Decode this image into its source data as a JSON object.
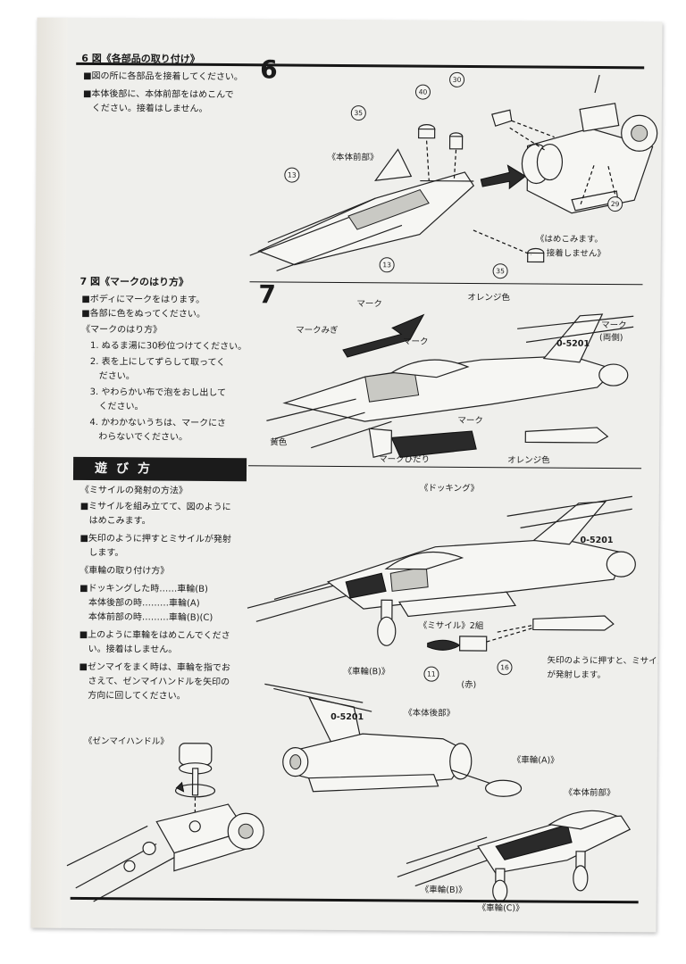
{
  "section6": {
    "heading": "6 図《各部品の取り付け》",
    "number": "6",
    "lines": [
      "■図の所に各部品を接着してください。",
      "■本体後部に、本体前部をはめこんで",
      "　ください。接着はしません。"
    ],
    "labels": {
      "front_body": "《本体前部》",
      "note1": "《はめこみます。",
      "note2": "接着しません》"
    },
    "parts": [
      "30",
      "40",
      "35",
      "13",
      "13",
      "29",
      "35"
    ]
  },
  "section7": {
    "heading": "7 図《マークのはり方》",
    "number": "7",
    "lines": [
      "■ボディにマークをはります。",
      "■各部に色をぬってください。",
      "《マークのはり方》",
      "1. ぬるま湯に30秒位つけてください。",
      "2. 表を上にしてずらして取ってく",
      "　ださい。",
      "3. やわらかい布で泡をおし出して",
      "　ください。",
      "4. かわかないうちは、マークにさ",
      "　わらないでください。"
    ],
    "labels": {
      "mark": "マーク",
      "mark_right": "マークみぎ",
      "mark2": "マーク",
      "orange1": "オレンジ色",
      "mark_both1": "マーク",
      "mark_both2": "(両側)",
      "mark3": "マーク",
      "yellow": "黄色",
      "mark_left": "マークひだり",
      "orange2": "オレンジ色",
      "hull_code": "0-5201"
    }
  },
  "play": {
    "banner": "遊び方",
    "lines": [
      "《ミサイルの発射の方法》",
      "■ミサイルを組み立てて、図のように",
      "　はめこみます。",
      "■矢印のように押すとミサイルが発射",
      "　します。",
      "《車輪の取り付け方》",
      "■ドッキングした時……車輪(B)",
      "　本体後部の時………車輪(A)",
      "　本体前部の時………車輪(B)(C)",
      "■上のように車輪をはめこんでくださ",
      "　い。接着はしません。",
      "■ゼンマイをまく時は、車輪を指でお",
      "　さえて、ゼンマイハンドルを矢印の",
      "　方向に回してください。"
    ],
    "labels": {
      "docking": "《ドッキング》",
      "hull_code": "0-5201",
      "missile": "《ミサイル》2組",
      "part11": "11",
      "part16": "16",
      "red": "(赤)",
      "wheel_b1": "《車輪(B)》",
      "press1": "矢印のように押すと、ミサイル",
      "press2": "が発射します。",
      "rear_body": "《本体後部》",
      "hull_code2": "0-5201",
      "wheel_a": "《車輪(A)》",
      "front_body": "《本体前部》",
      "wheel_b2": "《車輪(B)》",
      "wheel_c": "《車輪(C)》",
      "zenmai_handle": "《ゼンマイハンドル》"
    }
  }
}
